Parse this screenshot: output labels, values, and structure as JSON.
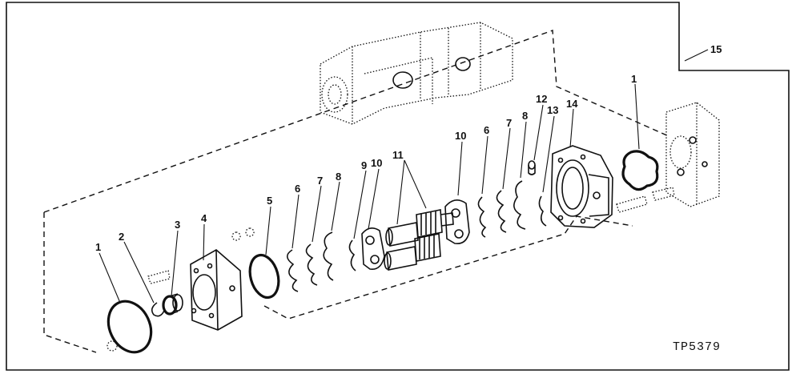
{
  "figure_id": "TP5379",
  "callouts": {
    "c1_left": "1",
    "c2": "2",
    "c3": "3",
    "c4": "4",
    "c5": "5",
    "c6_left": "6",
    "c7_left": "7",
    "c8_left": "8",
    "c9": "9",
    "c10_left": "10",
    "c11": "11",
    "c10_right": "10",
    "c6_right": "6",
    "c7_right": "7",
    "c8_right": "8",
    "c12": "12",
    "c13": "13",
    "c14": "14",
    "c1_right": "1",
    "c15": "15"
  }
}
